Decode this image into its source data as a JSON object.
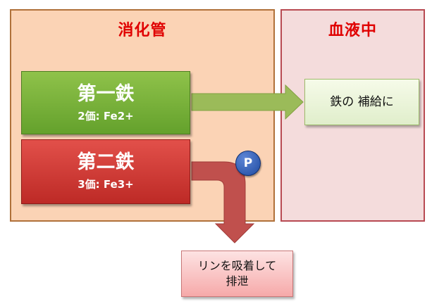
{
  "panels": {
    "digestive_tract": {
      "title": "消化管"
    },
    "bloodstream": {
      "title": "血液中"
    }
  },
  "nodes": {
    "ferrous": {
      "name": "第一鉄",
      "valence": "2価: Fe2+"
    },
    "ferric": {
      "name": "第二鉄",
      "valence": "3価: Fe3+"
    },
    "supply": {
      "label": "鉄の 補給に"
    },
    "excretion": {
      "line1": "リンを吸着して",
      "line2": "排泄"
    },
    "phosphate_badge": {
      "label": "P"
    }
  },
  "colors": {
    "ferrous": "#75ae37",
    "ferric": "#cf3a35",
    "arrow_green": "#9bbb59",
    "arrow_red": "#c0504d",
    "title_red": "#e00000"
  }
}
